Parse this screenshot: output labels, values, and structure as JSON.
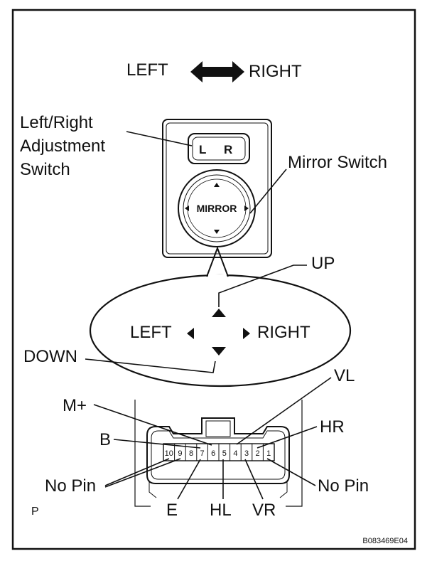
{
  "header": {
    "left": "LEFT",
    "right": "RIGHT"
  },
  "switch_panel": {
    "adjust_label_line1": "Left/Right",
    "adjust_label_line2": "Adjustment",
    "adjust_label_line3": "Switch",
    "key_l": "L",
    "key_r": "R",
    "mirror_switch_label": "Mirror Switch",
    "knob_text": "MIRROR"
  },
  "directions": {
    "up": "UP",
    "down": "DOWN",
    "left": "LEFT",
    "right": "RIGHT"
  },
  "connector": {
    "pins": [
      "10",
      "9",
      "8",
      "7",
      "6",
      "5",
      "4",
      "3",
      "2",
      "1"
    ],
    "labels": {
      "vl": "VL",
      "m_plus": "M+",
      "b": "B",
      "hr": "HR",
      "no_pin_left": "No Pin",
      "no_pin_right": "No Pin",
      "e": "E",
      "hl": "HL",
      "vr": "VR"
    }
  },
  "footer": {
    "corner_mark": "P",
    "code": "B083469E04"
  }
}
